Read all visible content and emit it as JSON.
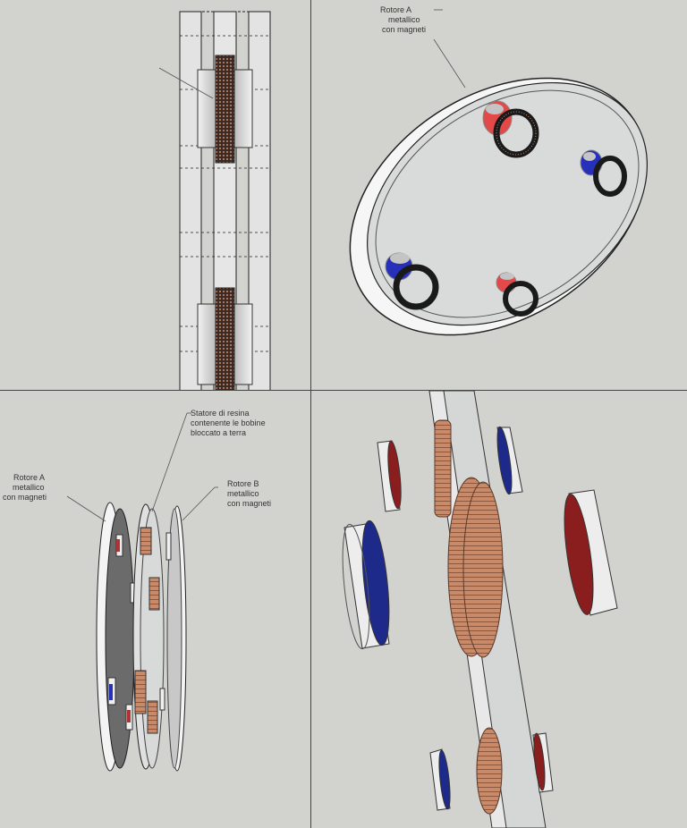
{
  "viewports": [
    {
      "id": "side-view"
    },
    {
      "id": "rotor-view"
    },
    {
      "id": "assembly-view"
    },
    {
      "id": "closeup-view"
    }
  ],
  "labels": {
    "rotor_a_top": [
      "Rotore A",
      "metallico",
      "con magneti"
    ],
    "stator": [
      "Statore  di resina",
      "contenente le bobine",
      "bloccato a terra"
    ],
    "rotor_a": [
      "Rotore A",
      "metallico",
      "con magneti"
    ],
    "rotor_b": [
      "Rotore B",
      "metallico",
      "con magneti"
    ]
  },
  "colors": {
    "background": "#d2d2cf",
    "magnet_red": "#e4494a",
    "magnet_blue": "#2630b8",
    "coil_copper": "#c98a6a",
    "coil_dark": "#1a1a1a",
    "disc": "#d8dada",
    "rotor_dark": "#6b6b6b"
  }
}
